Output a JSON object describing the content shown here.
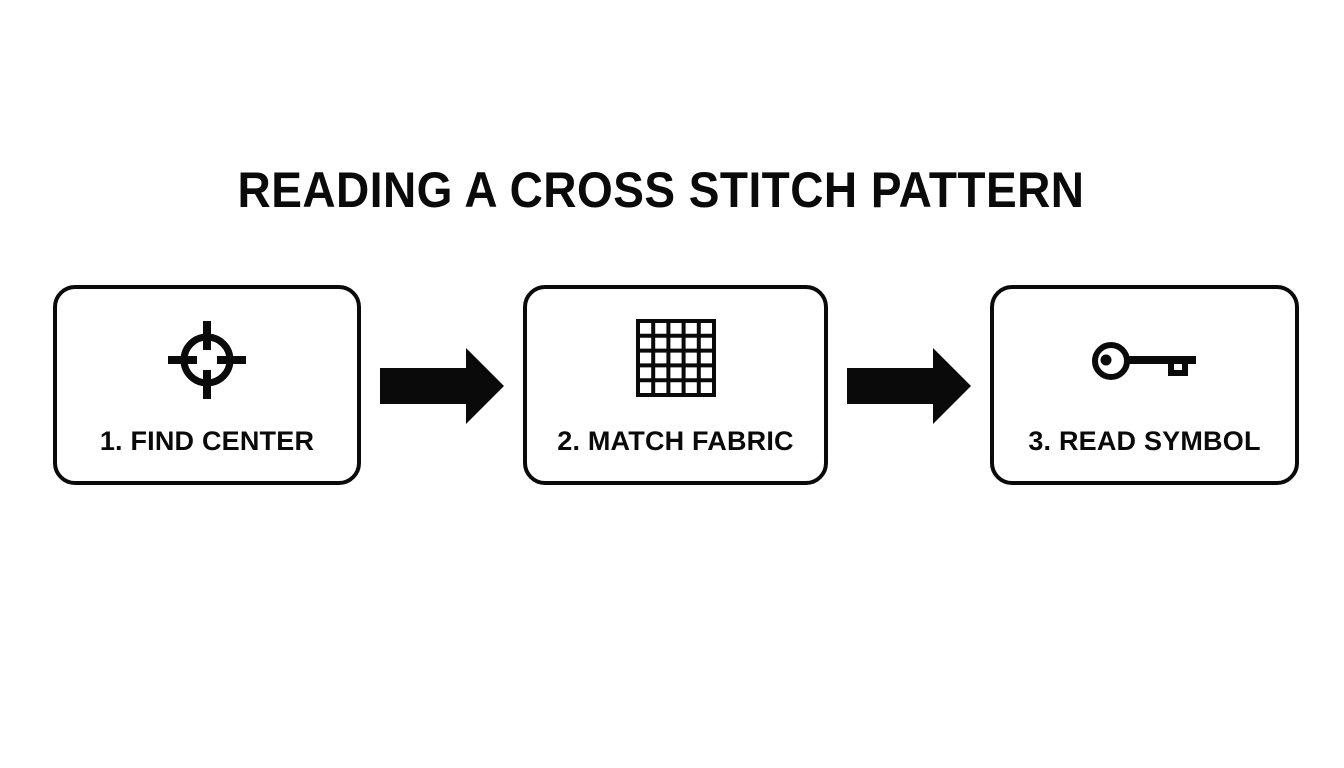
{
  "diagram": {
    "title": "READING A CROSS STITCH PATTERN",
    "steps": [
      {
        "label": "1. FIND CENTER",
        "icon": "crosshair-icon"
      },
      {
        "label": "2. MATCH FABRIC",
        "icon": "grid-icon"
      },
      {
        "label": "3. READ SYMBOL",
        "icon": "key-icon"
      }
    ],
    "connectors": [
      "arrow-right",
      "arrow-right"
    ],
    "colors": {
      "ink": "#0a0a0a",
      "background": "#ffffff"
    }
  }
}
